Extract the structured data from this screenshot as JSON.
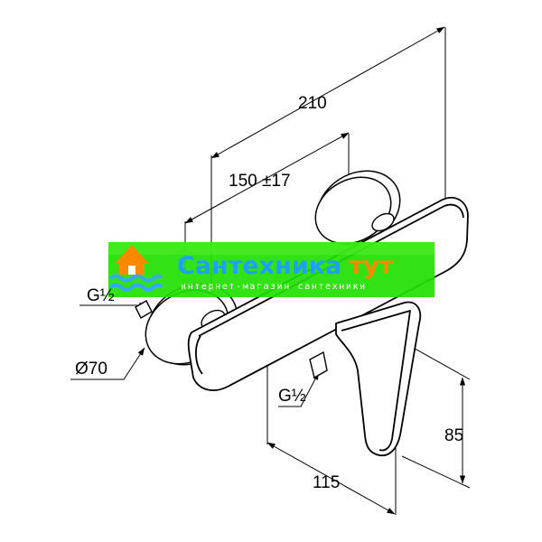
{
  "dimensions": {
    "overall_length": "210",
    "spacing": "150 ±17",
    "inlet_left": "G½",
    "flange_diameter": "Ø70",
    "outlet": "G½",
    "height": "85",
    "depth": "115"
  },
  "watermark": {
    "brand_main": "Сантехника",
    "brand_accent": "тут",
    "tagline": "интернет-магазин сантехники",
    "colors": {
      "band": "#22e000",
      "band_light": "#55f030",
      "title": "#1ea0ff",
      "accent": "#ff8a00",
      "waves": "#33aaff",
      "house": "#ff8a00"
    },
    "icon": "house-waves-logo"
  },
  "colors": {
    "line": "#000000",
    "background": "#ffffff"
  }
}
